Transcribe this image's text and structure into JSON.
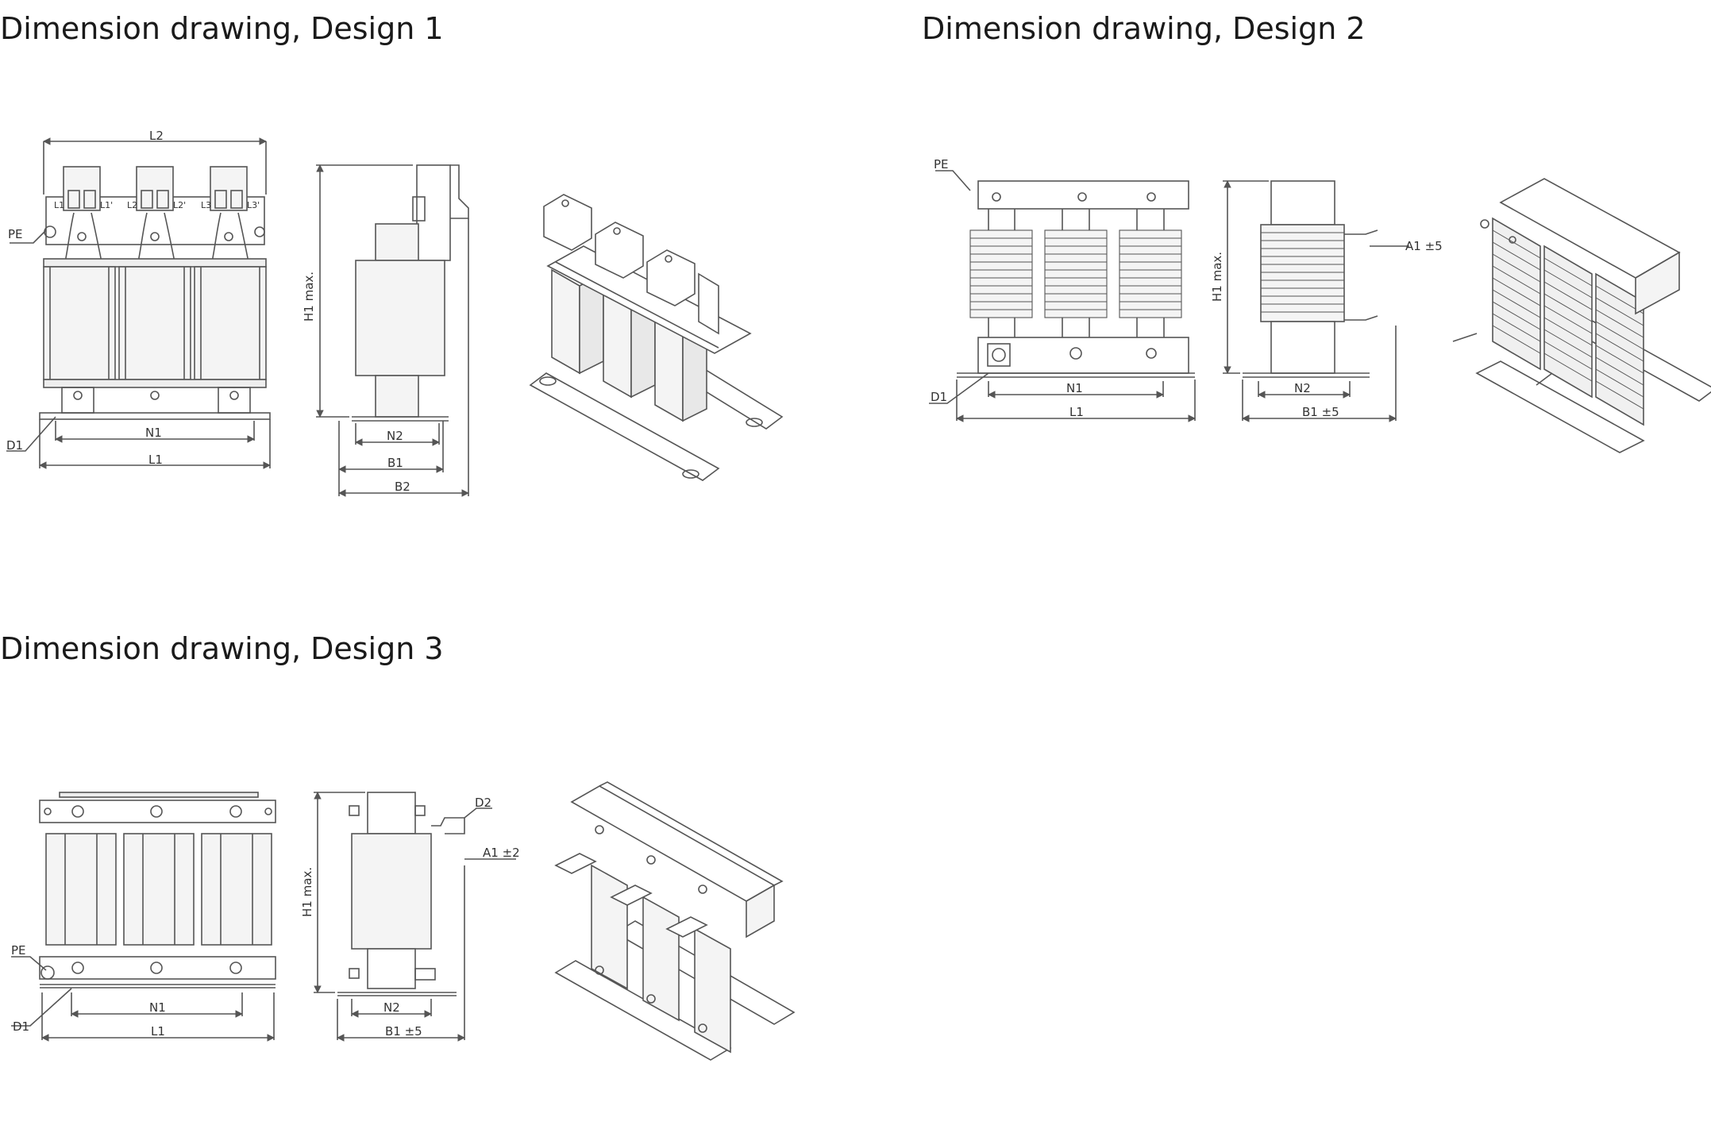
{
  "sections": {
    "design1": {
      "title": "Dimension drawing, Design 1",
      "labels": {
        "pe": "PE",
        "d1": "D1",
        "l1": "L1",
        "l2": "L2",
        "n1": "N1",
        "n2": "N2",
        "b1": "B1",
        "b2": "B2",
        "h1": "H1 max.",
        "t_l1": "L1",
        "t_l1p": "L1'",
        "t_l2": "L2",
        "t_l2p": "L2'",
        "t_l3": "L3",
        "t_l3p": "L3'"
      }
    },
    "design2": {
      "title": "Dimension drawing, Design 2",
      "labels": {
        "pe": "PE",
        "d1": "D1",
        "l1": "L1",
        "n1": "N1",
        "n2": "N2",
        "b1": "B1 ±5",
        "a1": "A1 ±5",
        "h1": "H1 max."
      }
    },
    "design3": {
      "title": "Dimension drawing, Design 3",
      "labels": {
        "pe": "PE",
        "d1": "D1",
        "d2": "D2",
        "l1": "L1",
        "n1": "N1",
        "n2": "N2",
        "b1": "B1 ±5",
        "a1": "A1 ±2",
        "h1": "H1 max."
      }
    }
  },
  "colors": {
    "line": "#555555",
    "fill": "#f4f4f4",
    "text": "#1a1a1a"
  }
}
